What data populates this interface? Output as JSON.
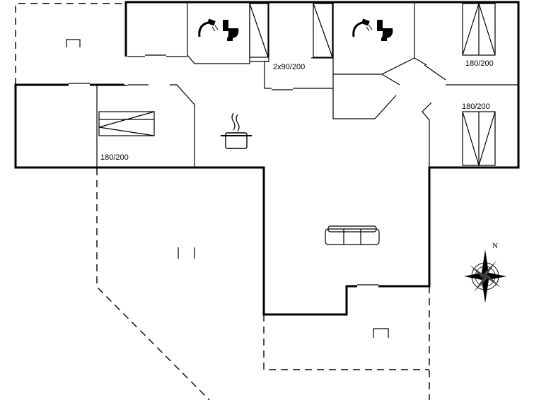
{
  "rooms": {
    "bedroom_west_bed": "180/200",
    "bedroom_center_beds": "2x90/200",
    "bedroom_ne_bed": "180/200",
    "bedroom_east_bed": "180/200"
  },
  "compass": {
    "north_letter": "N"
  },
  "icons": [
    "shower-icon",
    "toilet-icon",
    "kitchen-pot-icon",
    "sofa-icon",
    "compass-rose-icon",
    "terrace-chair-icon"
  ]
}
